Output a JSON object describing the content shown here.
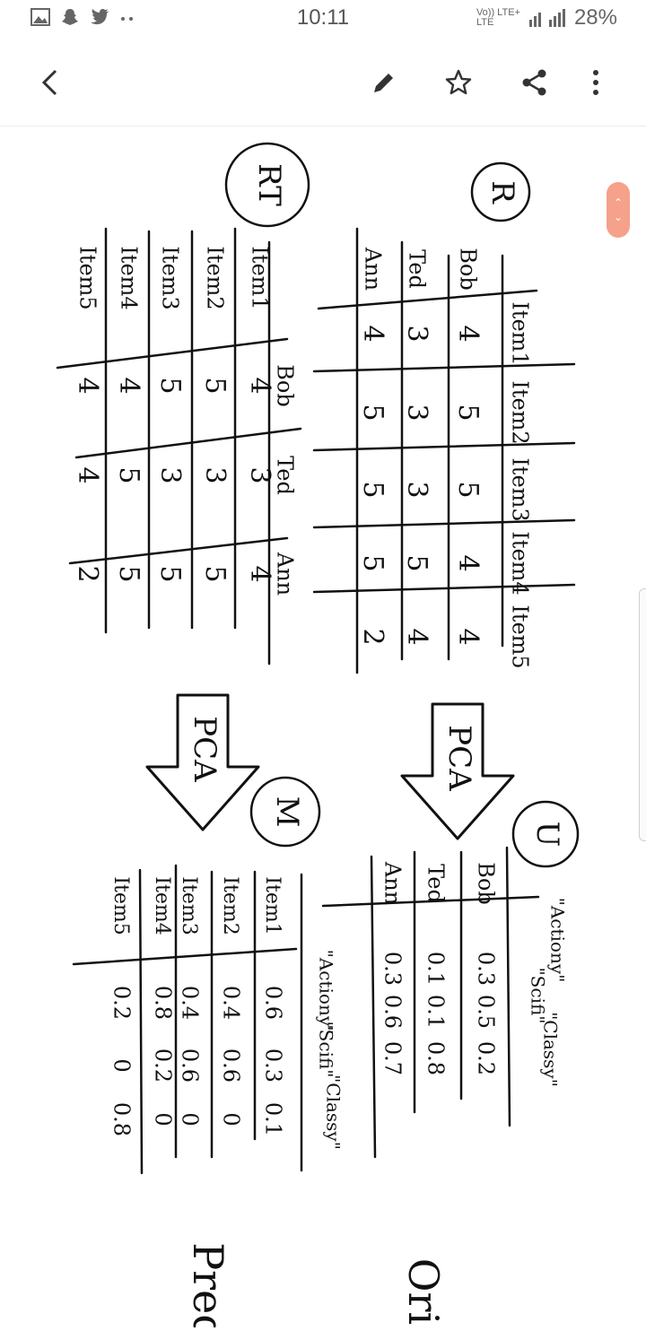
{
  "status_bar": {
    "time": "10:11",
    "battery": "28%",
    "network_top": "Vo)) LTE+",
    "network_bottom": "LTE",
    "left_icons": [
      "image-icon",
      "snapchat-icon",
      "twitter-icon",
      "more-dots-icon"
    ]
  },
  "toolbar": {
    "back_icon": "chevron-left-icon",
    "edit_icon": "pencil-icon",
    "favorite_icon": "star-icon",
    "share_icon": "share-icon",
    "more_icon": "vertical-dots-icon"
  },
  "note": {
    "matrix_R": {
      "label": "R",
      "items": [
        "Item1",
        "Item2",
        "Item3",
        "Item4",
        "Item5"
      ],
      "users": [
        "Bob",
        "Ted",
        "Ann"
      ],
      "rows": [
        [
          "4",
          "5",
          "5",
          "4",
          "4"
        ],
        [
          "3",
          "3",
          "3",
          "5",
          "4"
        ],
        [
          "4",
          "5",
          "5",
          "5",
          "2"
        ]
      ]
    },
    "matrix_RT": {
      "label": "RT",
      "users": [
        "Bob",
        "Ted",
        "Ann"
      ],
      "items": [
        "Item1",
        "Item2",
        "Item3",
        "Item4",
        "Item5"
      ],
      "rows": [
        [
          "4",
          "3",
          "4"
        ],
        [
          "5",
          "3",
          "5"
        ],
        [
          "5",
          "3",
          "5"
        ],
        [
          "4",
          "5",
          "5"
        ],
        [
          "4",
          "4",
          "2"
        ]
      ]
    },
    "pca_label_1": "PCA",
    "pca_label_2": "PCA",
    "matrix_U": {
      "label": "U",
      "users": [
        "Bob",
        "Ted",
        "Ann"
      ],
      "rows": [
        [
          "0.3",
          "0.5",
          "0.2"
        ],
        [
          "0.1",
          "0.1",
          "0.8"
        ],
        [
          "0.3",
          "0.6",
          "0.7"
        ]
      ],
      "features": [
        "\"Actiony\"",
        "\"Scifi\"",
        "\"Classy\""
      ]
    },
    "matrix_M": {
      "label": "M",
      "items": [
        "Item1",
        "Item2",
        "Item3",
        "Item4",
        "Item5"
      ],
      "rows": [
        [
          "0.6",
          "0.3",
          "0.1"
        ],
        [
          "0.4",
          "0.6",
          "0"
        ],
        [
          "0.4",
          "0.6",
          "0"
        ],
        [
          "0.8",
          "0.2",
          "0"
        ],
        [
          "0.2",
          "0",
          "0.8"
        ]
      ],
      "features": [
        "\"Actiony\"",
        "\"Scifi\"",
        "\"Classy\""
      ]
    },
    "partial_text_1": "Ori",
    "partial_text_2": "Pred"
  },
  "colors": {
    "ink": "#111111",
    "scroll_pill": "#f6a18a"
  }
}
